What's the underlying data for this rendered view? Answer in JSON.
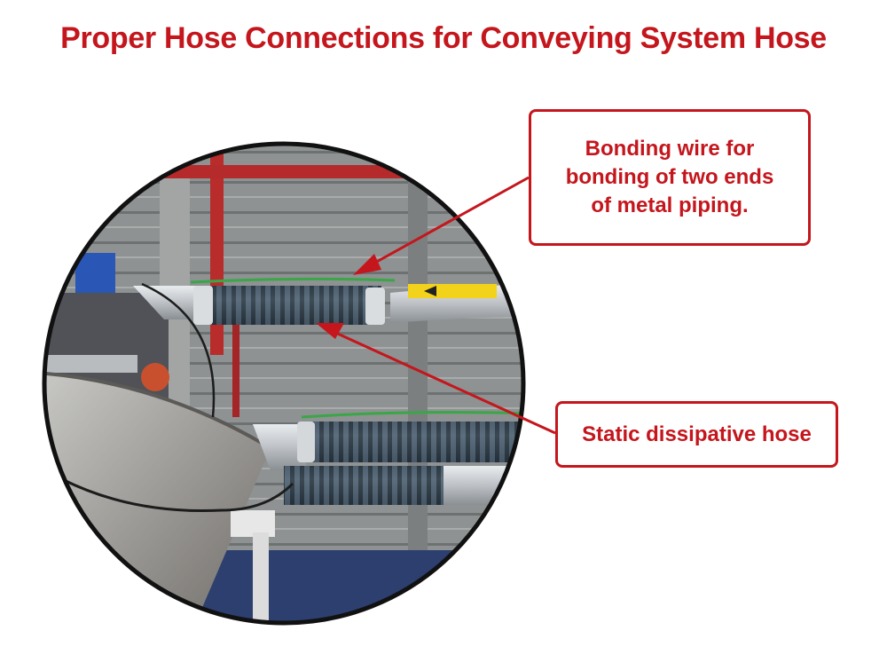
{
  "title": "Proper Hose Connections for Conveying System Hose",
  "callouts": {
    "bonding_wire": {
      "lines": [
        "Bonding wire for",
        "bonding of two ends",
        "of metal piping."
      ]
    },
    "static_hose": {
      "lines": [
        "Static dissipative hose"
      ]
    }
  },
  "colors": {
    "accent": "#c4161c",
    "bonding_wire": "#3aa648",
    "pipe_tape": "#f2d21a"
  }
}
